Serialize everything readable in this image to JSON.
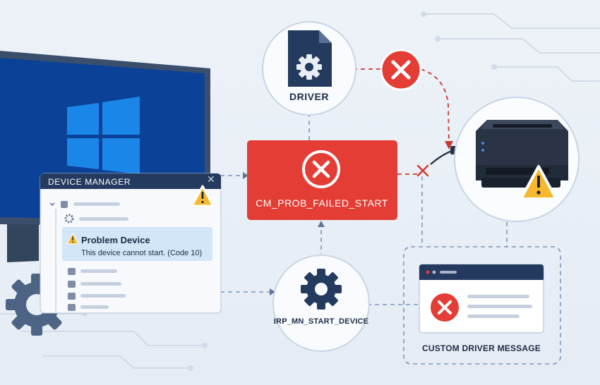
{
  "labels": {
    "driver": "DRIVER",
    "error_code": "CM_PROB_FAILED_START",
    "irp": "IRP_MN_START_DEVICE",
    "custom_message": "CUSTOM DRIVER MESSAGE"
  },
  "device_manager": {
    "title": "DEVICE MANAGER",
    "close_glyph": "✕",
    "problem_device": {
      "title": "Problem Device",
      "description": "This device cannot start. (Code 10)"
    }
  },
  "colors": {
    "error_red": "#e33d35",
    "navy": "#243a5e",
    "monitor_blue": "#0a3b8a",
    "windows_blue": "#1a86e8",
    "warning_yellow": "#f5b82e",
    "highlight_blue": "#d3e6f8",
    "dashed_line": "#7f97b6"
  },
  "icons": [
    "windows-logo-icon",
    "driver-file-gear-icon",
    "error-x-icon",
    "printer-icon",
    "warning-icon",
    "gear-icon",
    "chevron-down-icon",
    "close-icon"
  ]
}
